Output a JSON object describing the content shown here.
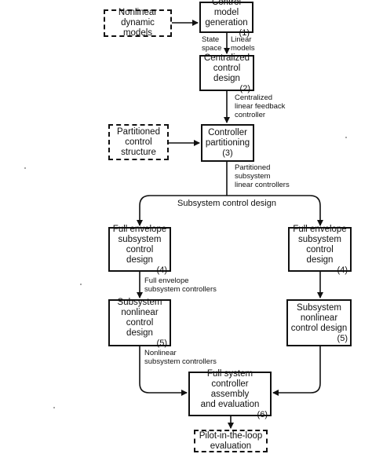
{
  "nodes": {
    "nonlinear_models": {
      "text": "Nonlinear\ndynamic models"
    },
    "control_model_generation": {
      "text": "Control model\ngeneration",
      "num": "(1)"
    },
    "centralized_design": {
      "text": "Centralized\ncontrol design",
      "num": "(2)"
    },
    "partitioned_structure": {
      "text": "Partitioned\ncontrol\nstructure"
    },
    "controller_partitioning": {
      "text": "Controller\npartitioning",
      "num": "(3)"
    },
    "full_envelope_left": {
      "text": "Full envelope\nsubsystem\ncontrol design",
      "num": "(4)"
    },
    "full_envelope_right": {
      "text": "Full envelope\nsubsystem\ncontrol design",
      "num": "(4)"
    },
    "nonlinear_design_left": {
      "text": "Subsystem\nnonlinear\ncontrol design",
      "num": "(5)"
    },
    "nonlinear_design_right": {
      "text": "Subsystem\nnonlinear\ncontrol design",
      "num": "(5)"
    },
    "full_system_assembly": {
      "text": "Full system\ncontroller assembly\nand evaluation",
      "num": "(6)"
    },
    "pilot_in_loop": {
      "text": "Pilot-in-the-loop\nevaluation"
    }
  },
  "labels": {
    "state_space": "State\nspace",
    "linear_models": "Linear\nmodels",
    "centralized_linear_feedback": "Centralized\nlinear feedback\ncontroller",
    "partitioned_subsystem_linear": "Partitioned\nsubsystem\nlinear controllers",
    "subsystem_control_design": "Subsystem control design",
    "full_envelope_controllers": "Full envelope\nsubsystem controllers",
    "nonlinear_subsystem_controllers": "Nonlinear\nsubsystem controllers"
  }
}
